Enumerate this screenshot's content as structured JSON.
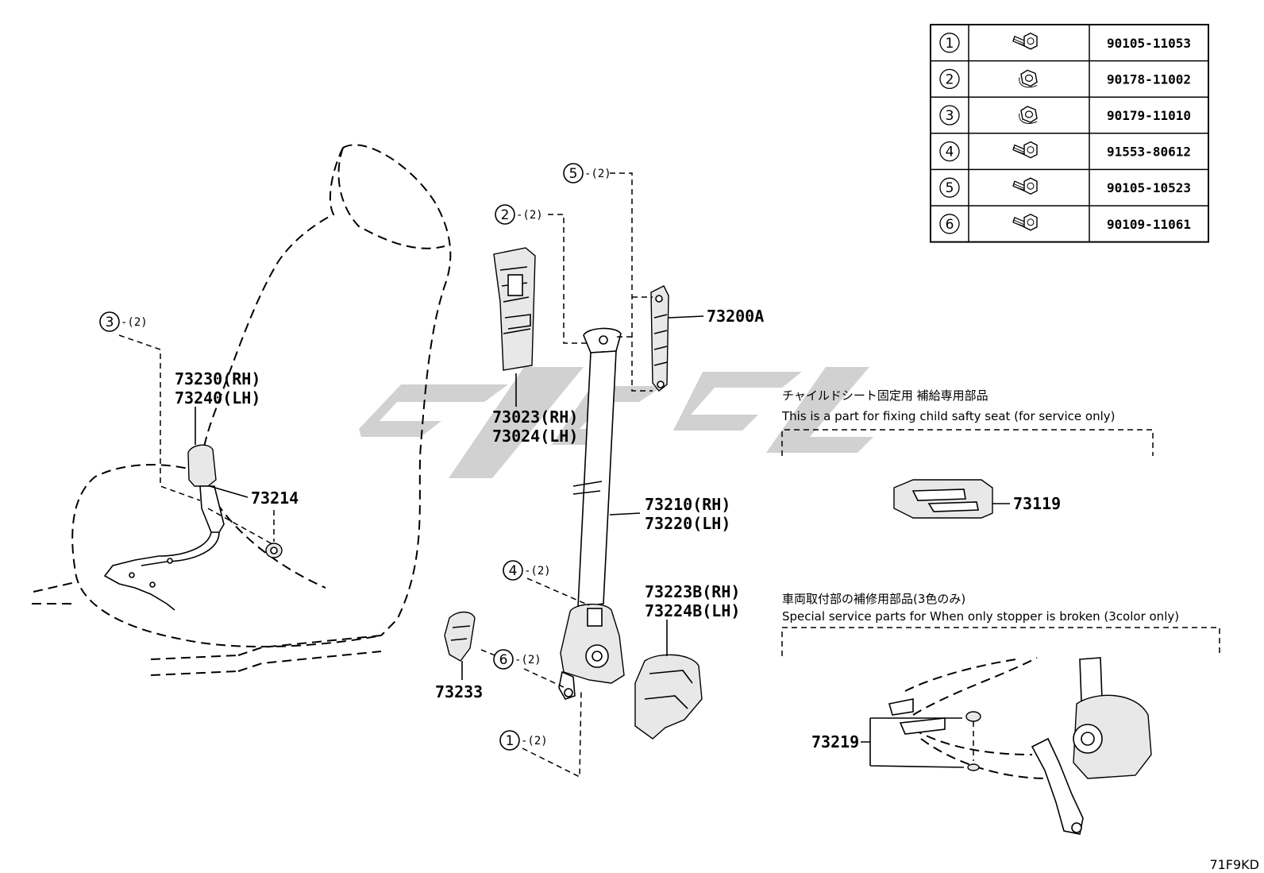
{
  "fastener_table": {
    "rows": [
      {
        "no": "1",
        "icon": "bolt-icon",
        "part": "90105-11053"
      },
      {
        "no": "2",
        "icon": "nut-icon",
        "part": "90178-11002"
      },
      {
        "no": "3",
        "icon": "nut-icon",
        "part": "90179-11010"
      },
      {
        "no": "4",
        "icon": "bolt-icon",
        "part": "91553-80612"
      },
      {
        "no": "5",
        "icon": "bolt-icon",
        "part": "90105-10523"
      },
      {
        "no": "6",
        "icon": "bolt-icon",
        "part": "90109-11061"
      }
    ]
  },
  "callouts": {
    "c5": {
      "no": "5",
      "qty": "-(2)"
    },
    "c2": {
      "no": "2",
      "qty": "-(2)"
    },
    "c3": {
      "no": "3",
      "qty": "-(2)"
    },
    "c4": {
      "no": "4",
      "qty": "-(2)"
    },
    "c6": {
      "no": "6",
      "qty": "-(2)"
    },
    "c1": {
      "no": "1",
      "qty": "-(2)"
    }
  },
  "parts": {
    "p73200A": "73200A",
    "p73230": "73230(RH)",
    "p73240": "73240(LH)",
    "p73023": "73023(RH)",
    "p73024": "73024(LH)",
    "p73214": "73214",
    "p73210": "73210(RH)",
    "p73220": "73220(LH)",
    "p73223B": "73223B(RH)",
    "p73224B": "73224B(LH)",
    "p73233": "73233",
    "p73119": "73119",
    "p73219": "73219"
  },
  "notes": {
    "child_jp": "チャイルドシート固定用 補給専用部品",
    "child_en": "This is a part for fixing child safty seat (for service only)",
    "stopper_jp": "車両取付部の補修用部品(3色のみ)",
    "stopper_en": "Special service parts for When only stopper is broken (3color only)"
  },
  "diagram_code": "71F9KD"
}
